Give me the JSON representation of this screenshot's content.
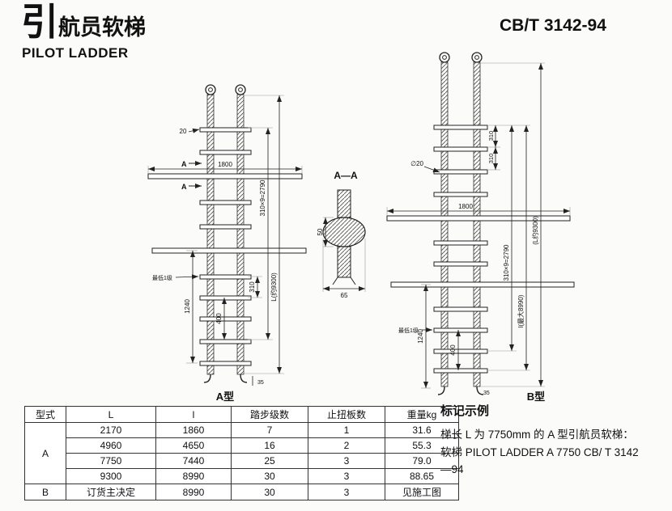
{
  "header": {
    "title_big": "引",
    "title_rest": "航员软梯",
    "subtitle": "PILOT LADDER",
    "standard": "CB/T 3142-94"
  },
  "ladder_a": {
    "label": "A型",
    "section_mark_top": "A",
    "section_mark_bottom": "A",
    "dim_20": "20",
    "dim_1800": "1800",
    "dim_310": "310",
    "dim_310x9": "310×9=2790",
    "dim_total": "L(约9300)",
    "dim_400": "400",
    "dim_1240": "1240",
    "dim_35": "35",
    "note_lowest": "最低1级"
  },
  "section_aa": {
    "label": "A—A",
    "dim_50": "50",
    "dim_65": "65"
  },
  "ladder_b": {
    "label": "B型",
    "dim_phi20": "∅20",
    "dim_1800": "1800",
    "dim_310_1": "310",
    "dim_310_2": "310",
    "dim_310x9": "310×9=2790",
    "dim_l": "l(最大8990)",
    "dim_total": "(L约9300)",
    "dim_400": "400",
    "dim_1240": "1240",
    "dim_35": "35",
    "note_lowest": "最低1级"
  },
  "table": {
    "headers": {
      "type": "型式",
      "L": "L",
      "l": "l",
      "steps": "踏步级数",
      "antitwist": "止扭板数",
      "weight": "重量kg"
    },
    "group_a": "A",
    "group_b": "B",
    "rows_a": [
      [
        "2170",
        "1860",
        "7",
        "1",
        "31.6"
      ],
      [
        "4960",
        "4650",
        "16",
        "2",
        "55.3"
      ],
      [
        "7750",
        "7440",
        "25",
        "3",
        "79.0"
      ],
      [
        "9300",
        "8990",
        "30",
        "3",
        "88.65"
      ]
    ],
    "row_b": [
      "订货主决定",
      "8990",
      "30",
      "3",
      "见施工图"
    ]
  },
  "example": {
    "heading": "标记示例",
    "line1": "梯长 L 为 7750mm 的 A 型引航员软梯：",
    "line2": "软梯 PILOT LADDER A 7750 CB/ T 3142",
    "line3": "—94"
  }
}
